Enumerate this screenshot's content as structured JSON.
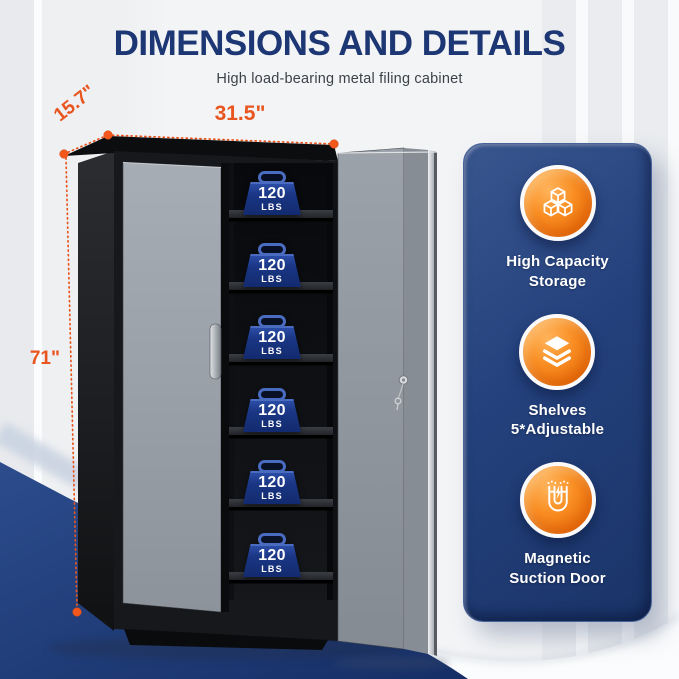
{
  "accent_color": "#E8551E",
  "header": {
    "title": "DIMENSIONS AND DETAILS",
    "subtitle": "High load-bearing metal filing cabinet",
    "title_color": "#1D3674"
  },
  "dimensions": {
    "depth_label": "15.7\"",
    "width_label": "31.5\"",
    "height_label": "71\""
  },
  "cabinet": {
    "badge_color": "#16317E",
    "shelves": [
      {
        "value": "120",
        "unit": "LBS"
      },
      {
        "value": "120",
        "unit": "LBS"
      },
      {
        "value": "120",
        "unit": "LBS"
      },
      {
        "value": "120",
        "unit": "LBS"
      },
      {
        "value": "120",
        "unit": "LBS"
      },
      {
        "value": "120",
        "unit": "LBS"
      }
    ]
  },
  "features_panel": {
    "panel_color": "#21407C",
    "icon_circle_color": "#F5821E",
    "items": [
      {
        "icon": "cubes-icon",
        "label_line1": "High Capacity",
        "label_line2": "Storage"
      },
      {
        "icon": "layers-icon",
        "label_line1": "Shelves",
        "label_line2": "5*Adjustable"
      },
      {
        "icon": "magnet-icon",
        "label_line1": "Magnetic",
        "label_line2": "Suction Door"
      }
    ]
  }
}
